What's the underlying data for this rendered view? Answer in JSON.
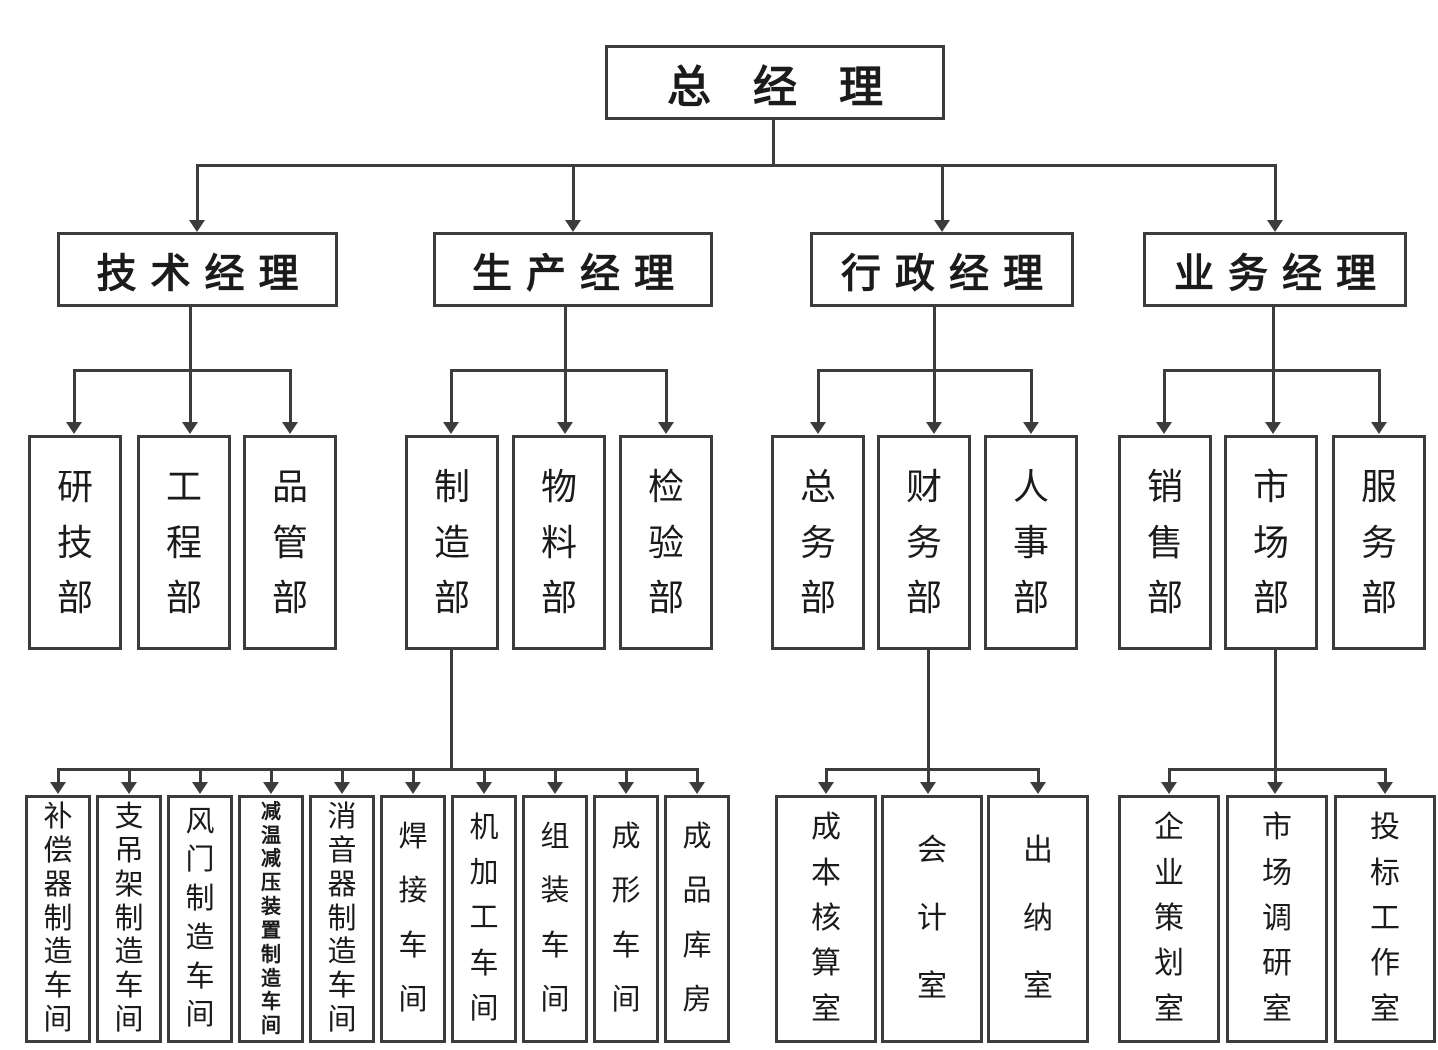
{
  "colors": {
    "line": "#3c3c3c",
    "text": "#1b1b1b",
    "background": "#ffffff"
  },
  "org": {
    "root": {
      "label": "总经理"
    },
    "managers": [
      {
        "label": "技术经理",
        "departments": [
          {
            "label": "研技部"
          },
          {
            "label": "工程部"
          },
          {
            "label": "品管部"
          }
        ]
      },
      {
        "label": "生产经理",
        "departments": [
          {
            "label": "制造部"
          },
          {
            "label": "物料部"
          },
          {
            "label": "检验部"
          }
        ]
      },
      {
        "label": "行政经理",
        "departments": [
          {
            "label": "总务部"
          },
          {
            "label": "财务部"
          },
          {
            "label": "人事部"
          }
        ]
      },
      {
        "label": "业务经理",
        "departments": [
          {
            "label": "销售部"
          },
          {
            "label": "市场部"
          },
          {
            "label": "服务部"
          }
        ]
      }
    ],
    "manufacturing_workshops": [
      {
        "label": "补偿器制造车间"
      },
      {
        "label": "支吊架制造车间"
      },
      {
        "label": "风门制造车间"
      },
      {
        "label": "减温减压装置制造车间"
      },
      {
        "label": "消音器制造车间"
      },
      {
        "label": "焊接车间"
      },
      {
        "label": "机加工车间"
      },
      {
        "label": "组装车间"
      },
      {
        "label": "成形车间"
      },
      {
        "label": "成品库房"
      }
    ],
    "finance_offices": [
      {
        "label": "成本核算室"
      },
      {
        "label": "会计室"
      },
      {
        "label": "出纳室"
      }
    ],
    "market_offices": [
      {
        "label": "企业策划室"
      },
      {
        "label": "市场调研室"
      },
      {
        "label": "投标工作室"
      }
    ]
  }
}
